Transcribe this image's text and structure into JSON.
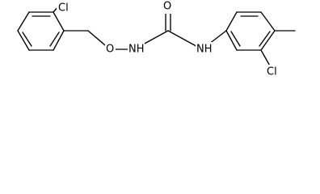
{
  "molecule": {
    "atoms": [
      {
        "id": "cl_left",
        "label": "Cl"
      },
      {
        "id": "o_ether",
        "label": "O"
      },
      {
        "id": "nh_left",
        "label": "NH"
      },
      {
        "id": "o_carbonyl",
        "label": "O"
      },
      {
        "id": "nh_right",
        "label": "NH"
      },
      {
        "id": "cl_right",
        "label": "Cl"
      }
    ]
  }
}
